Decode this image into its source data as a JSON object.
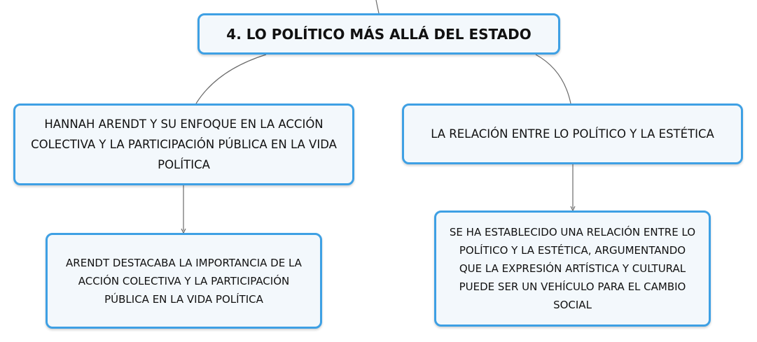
{
  "diagram": {
    "root": {
      "label": "4. LO POLÍTICO MÁS ALLÁ DEL ESTADO"
    },
    "left": {
      "label": "HANNAH ARENDT Y SU ENFOQUE EN LA ACCIÓN COLECTIVA Y LA PARTICIPACIÓN PÚBLICA EN LA VIDA POLÍTICA",
      "child": "ARENDT DESTACABA LA IMPORTANCIA DE LA ACCIÓN COLECTIVA Y LA PARTICIPACIÓN PÚBLICA EN LA VIDA POLÍTICA"
    },
    "right": {
      "label": "LA RELACIÓN ENTRE LO POLÍTICO Y LA ESTÉTICA",
      "child": "SE HA ESTABLECIDO UNA RELACIÓN ENTRE LO POLÍTICO Y LA ESTÉTICA, ARGUMENTANDO QUE LA EXPRESIÓN ARTÍSTICA Y CULTURAL PUEDE SER UN VEHÍCULO PARA EL CAMBIO SOCIAL"
    }
  },
  "colors": {
    "border": "#3ea0e4",
    "fill": "#f3f8fc",
    "connector": "#6b6b6b"
  }
}
